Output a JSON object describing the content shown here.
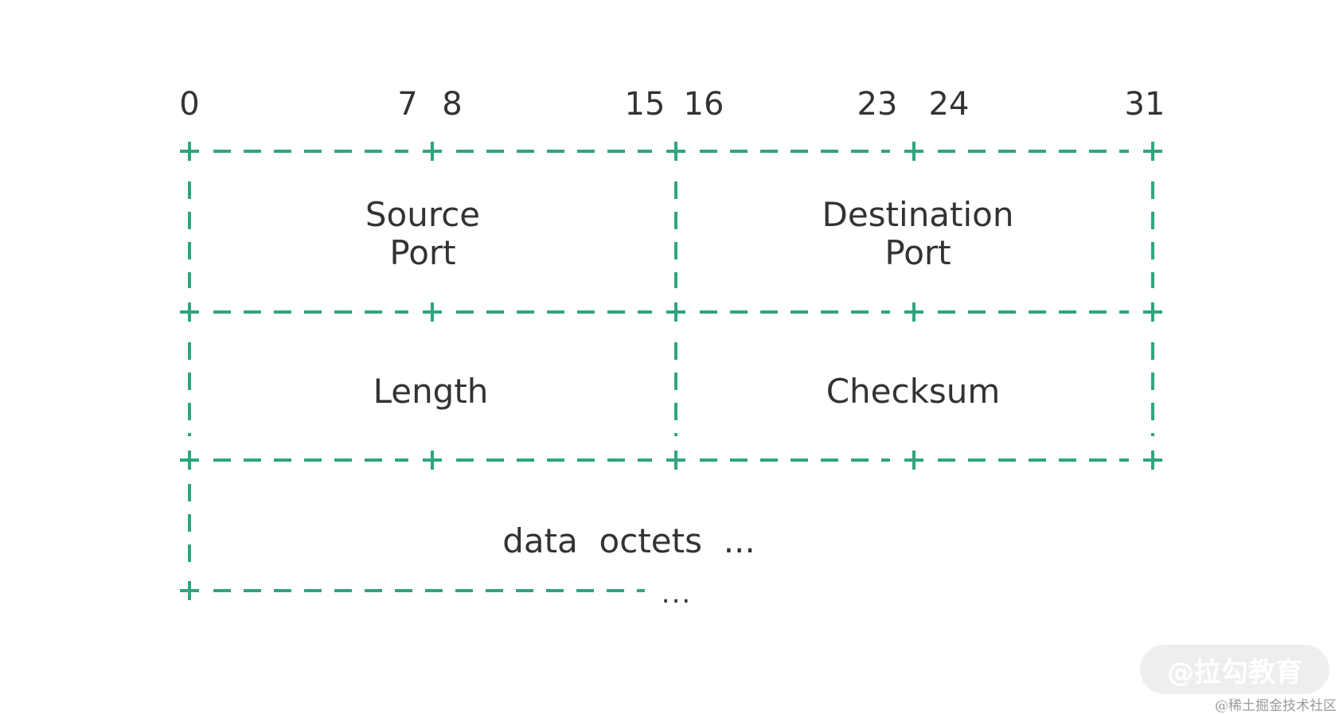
{
  "diagram": {
    "bit_labels": [
      "0",
      "7",
      "8",
      "15",
      "16",
      "23",
      "24",
      "31"
    ],
    "fields": {
      "source_port": "Source\nPort",
      "destination_port": "Destination\nPort",
      "length": "Length",
      "checksum": "Checksum",
      "data_octets": "data  octets  ...",
      "continuation": "..."
    },
    "line_color": "#2fa57e",
    "text_color": "#333333"
  },
  "watermark": {
    "badge_text": "@拉勾教育",
    "credit_text": "@稀土掘金技术社区"
  }
}
